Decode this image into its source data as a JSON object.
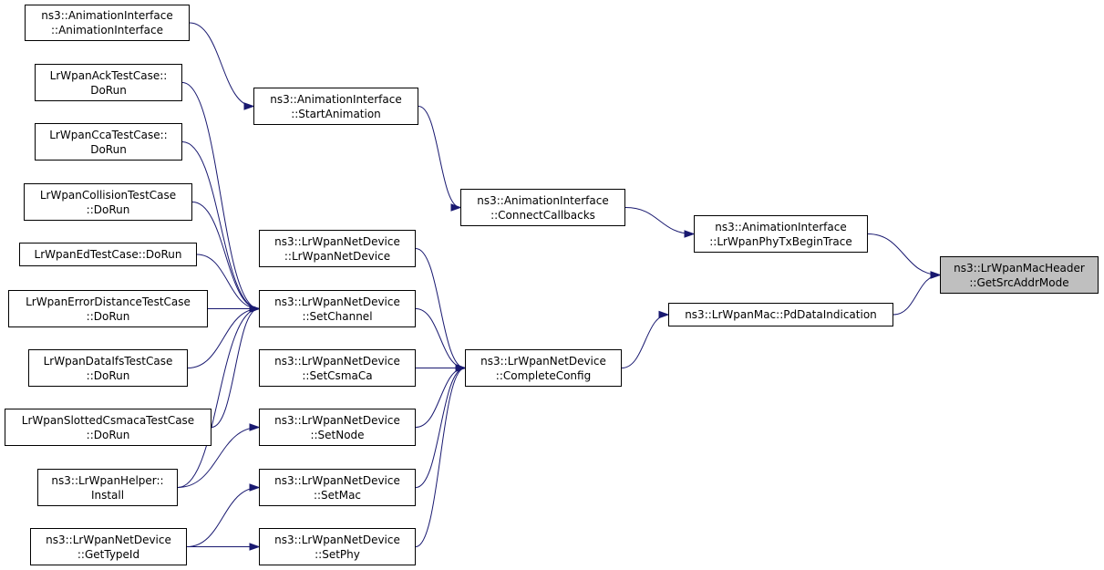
{
  "colors": {
    "edge": "#191970",
    "highlight_fill": "#bfbfbf",
    "border": "#000000"
  },
  "nodes": {
    "anim_ctor": {
      "lines": [
        "ns3::AnimationInterface",
        "::AnimationInterface"
      ]
    },
    "anim_start": {
      "lines": [
        "ns3::AnimationInterface",
        "::StartAnimation"
      ]
    },
    "anim_connect": {
      "lines": [
        "ns3::AnimationInterface",
        "::ConnectCallbacks"
      ]
    },
    "anim_phytx": {
      "lines": [
        "ns3::AnimationInterface",
        "::LrWpanPhyTxBeginTrace"
      ]
    },
    "target": {
      "lines": [
        "ns3::LrWpanMacHeader",
        "::GetSrcAddrMode"
      ]
    },
    "pd_data": {
      "lines": [
        "ns3::LrWpanMac::PdDataIndication"
      ]
    },
    "complete_config": {
      "lines": [
        "ns3::LrWpanNetDevice",
        "::CompleteConfig"
      ]
    },
    "netdev_ctor": {
      "lines": [
        "ns3::LrWpanNetDevice",
        "::LrWpanNetDevice"
      ]
    },
    "set_channel": {
      "lines": [
        "ns3::LrWpanNetDevice",
        "::SetChannel"
      ]
    },
    "set_csmaca": {
      "lines": [
        "ns3::LrWpanNetDevice",
        "::SetCsmaCa"
      ]
    },
    "set_node": {
      "lines": [
        "ns3::LrWpanNetDevice",
        "::SetNode"
      ]
    },
    "set_mac": {
      "lines": [
        "ns3::LrWpanNetDevice",
        "::SetMac"
      ]
    },
    "set_phy": {
      "lines": [
        "ns3::LrWpanNetDevice",
        "::SetPhy"
      ]
    },
    "ack_test": {
      "lines": [
        "LrWpanAckTestCase::",
        "DoRun"
      ]
    },
    "cca_test": {
      "lines": [
        "LrWpanCcaTestCase::",
        "DoRun"
      ]
    },
    "collision_test": {
      "lines": [
        "LrWpanCollisionTestCase",
        "::DoRun"
      ]
    },
    "ed_test": {
      "lines": [
        "LrWpanEdTestCase::DoRun"
      ]
    },
    "errdist_test": {
      "lines": [
        "LrWpanErrorDistanceTestCase",
        "::DoRun"
      ]
    },
    "dataifs_test": {
      "lines": [
        "LrWpanDataIfsTestCase",
        "::DoRun"
      ]
    },
    "slotted_test": {
      "lines": [
        "LrWpanSlottedCsmacaTestCase",
        "::DoRun"
      ]
    },
    "helper_install": {
      "lines": [
        "ns3::LrWpanHelper::",
        "Install"
      ]
    },
    "get_typeid": {
      "lines": [
        "ns3::LrWpanNetDevice",
        "::GetTypeId"
      ]
    }
  },
  "edges": [
    [
      "anim_ctor",
      "anim_start"
    ],
    [
      "anim_start",
      "anim_connect"
    ],
    [
      "anim_connect",
      "anim_phytx"
    ],
    [
      "anim_phytx",
      "target"
    ],
    [
      "pd_data",
      "target"
    ],
    [
      "complete_config",
      "pd_data"
    ],
    [
      "netdev_ctor",
      "complete_config"
    ],
    [
      "set_channel",
      "complete_config"
    ],
    [
      "set_csmaca",
      "complete_config"
    ],
    [
      "set_node",
      "complete_config"
    ],
    [
      "set_mac",
      "complete_config"
    ],
    [
      "set_phy",
      "complete_config"
    ],
    [
      "ack_test",
      "set_channel"
    ],
    [
      "cca_test",
      "set_channel"
    ],
    [
      "collision_test",
      "set_channel"
    ],
    [
      "ed_test",
      "set_channel"
    ],
    [
      "errdist_test",
      "set_channel"
    ],
    [
      "dataifs_test",
      "set_channel"
    ],
    [
      "slotted_test",
      "set_channel"
    ],
    [
      "helper_install",
      "set_channel"
    ],
    [
      "helper_install",
      "set_node"
    ],
    [
      "get_typeid",
      "set_mac"
    ],
    [
      "get_typeid",
      "set_phy"
    ]
  ]
}
